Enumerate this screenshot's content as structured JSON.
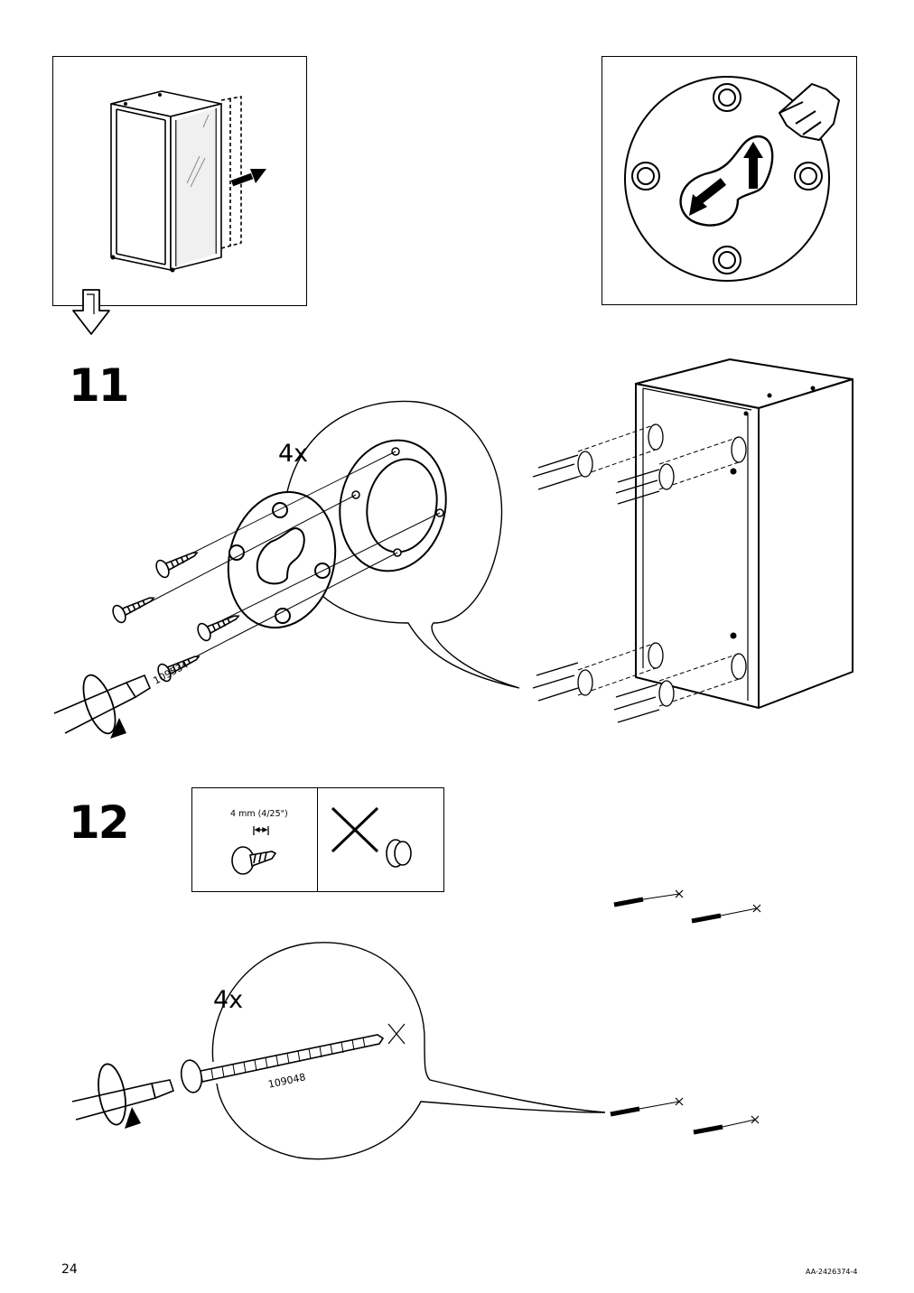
{
  "page": {
    "number": "24",
    "doc_code": "AA-2426374-4"
  },
  "step11": {
    "number": "11",
    "quantity": "4x",
    "screw_part_number": "109534"
  },
  "step12": {
    "number": "12",
    "quantity": "4x",
    "screw_part_number": "109048",
    "screw_length_label": "4 mm (4/25\")"
  },
  "icons": {
    "continue_arrow": "hollow-down-arrow-icon",
    "hand": "hand-pointing-icon",
    "screwdriver": "screwdriver-icon",
    "rotate": "rotate-arrow-icon",
    "wrong_cross": "x-mark-icon"
  }
}
